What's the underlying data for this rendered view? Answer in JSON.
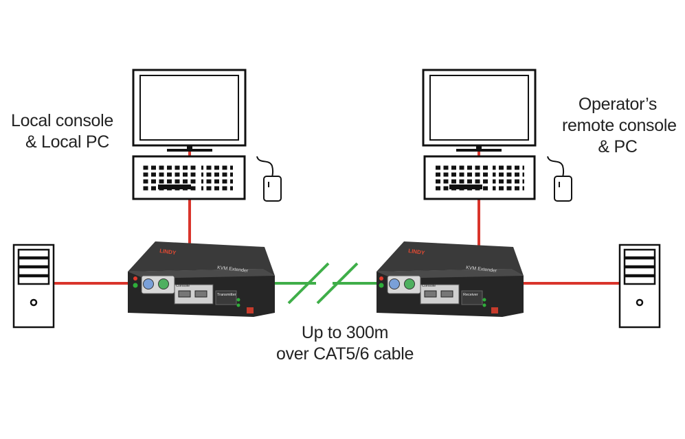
{
  "labels": {
    "local": {
      "line1": "Local console",
      "line2": "& Local PC"
    },
    "remote": {
      "line1": "Operator’s",
      "line2": "remote console",
      "line3": "& PC"
    },
    "cable": {
      "line1": "Up to 300m",
      "line2": "over CAT5/6 cable"
    }
  },
  "devices": {
    "brand": "LINDY",
    "product": "KVM Extender",
    "transmitter": "Transmitter",
    "receiver": "Receiver",
    "console": "Console"
  },
  "colors": {
    "video_link": "#d9342b",
    "cat_link": "#3fae49",
    "device_body": "#2b2b2b",
    "outline": "#1a1a1a"
  },
  "icons": [
    "monitor-icon",
    "keyboard-icon",
    "mouse-icon",
    "pc-tower-icon",
    "kvm-transmitter-icon",
    "kvm-receiver-icon"
  ]
}
